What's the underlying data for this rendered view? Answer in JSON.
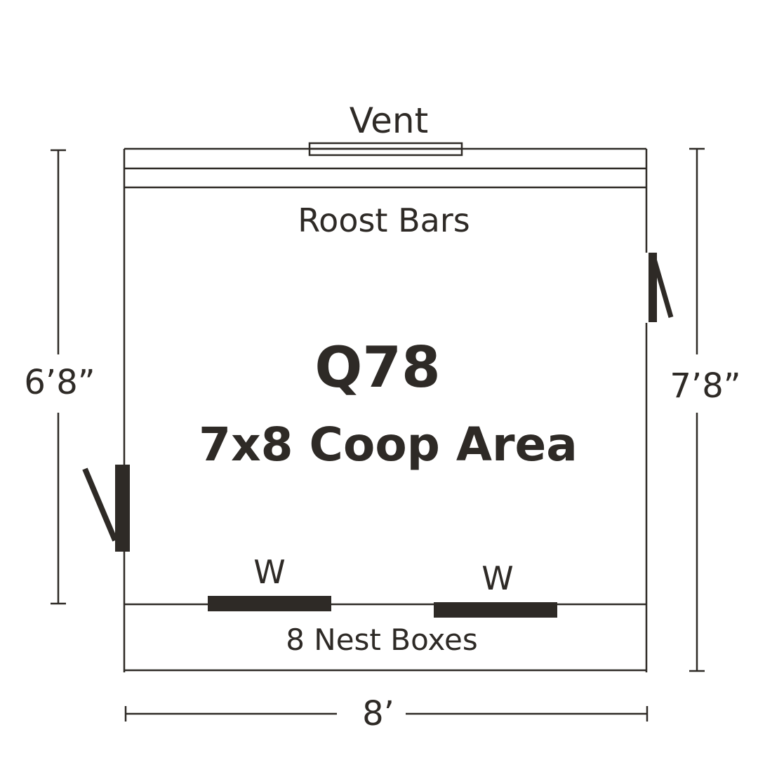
{
  "diagram": {
    "vent_label": "Vent",
    "roost_label": "Roost Bars",
    "model_code": "Q78",
    "model_name": "7x8 Coop Area",
    "left_dimension": "6’8”",
    "right_dimension": "7’8”",
    "bottom_dimension": "8’",
    "window_left_label": "W",
    "window_right_label": "W",
    "nest_label": "8 Nest Boxes",
    "ink_color": "#2e2a26"
  }
}
